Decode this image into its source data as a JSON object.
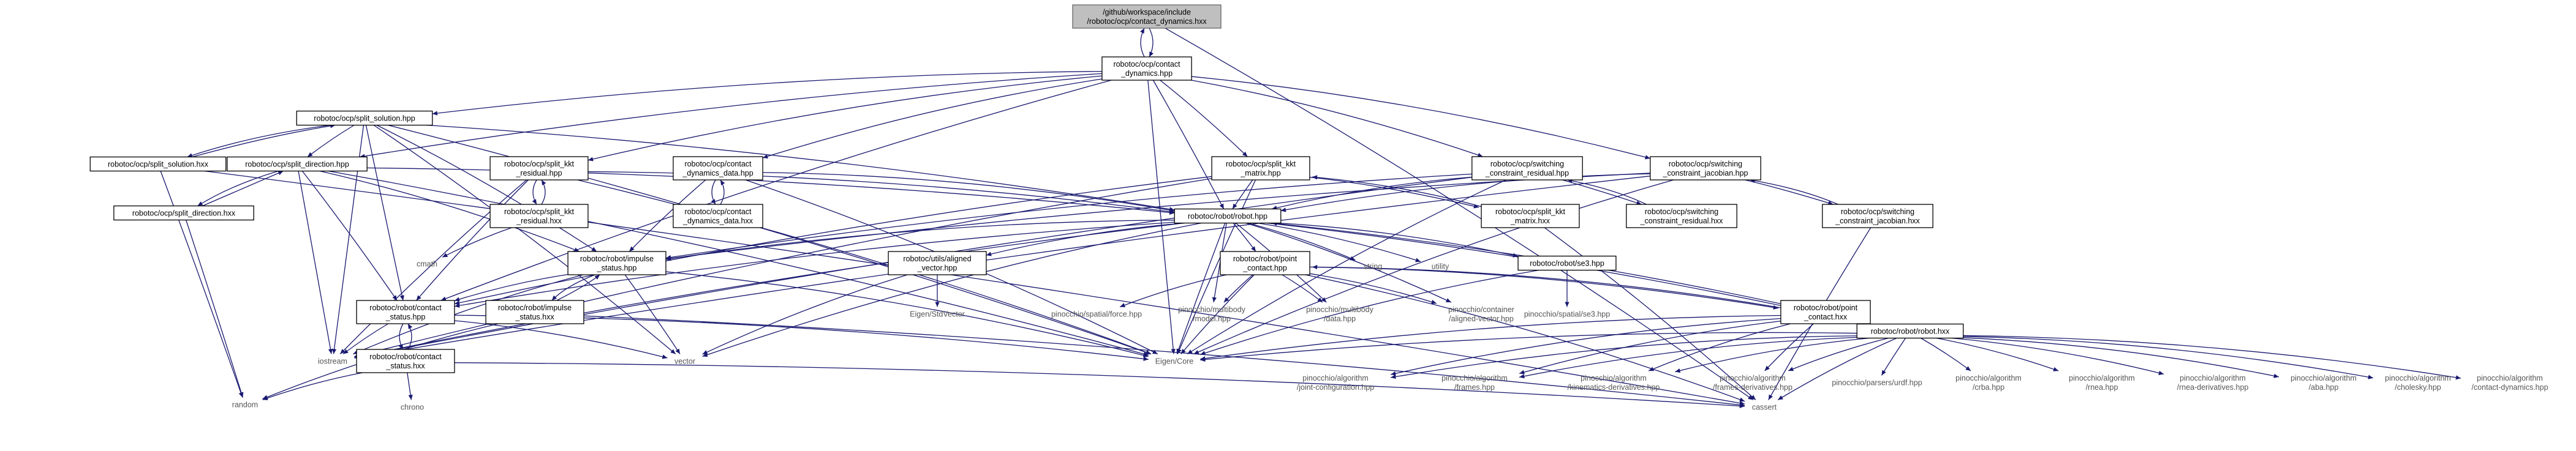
{
  "diagram": {
    "nodes": [
      {
        "id": "root",
        "lines": [
          "/github/workspace/include",
          "/robotoc/ocp/contact_dynamics.hxx"
        ],
        "kind": "root"
      },
      {
        "id": "cdhpp",
        "lines": [
          "robotoc/ocp/contact",
          "_dynamics.hpp"
        ],
        "kind": "file"
      },
      {
        "id": "ssol",
        "lines": [
          "robotoc/ocp/split_solution.hpp"
        ],
        "kind": "file"
      },
      {
        "id": "ssolhxx",
        "lines": [
          "robotoc/ocp/split_solution.hxx"
        ],
        "kind": "file"
      },
      {
        "id": "sdir",
        "lines": [
          "robotoc/ocp/split_direction.hpp"
        ],
        "kind": "file"
      },
      {
        "id": "sdirhxx",
        "lines": [
          "robotoc/ocp/split_direction.hxx"
        ],
        "kind": "file"
      },
      {
        "id": "skres",
        "lines": [
          "robotoc/ocp/split_kkt",
          "_residual.hpp"
        ],
        "kind": "file"
      },
      {
        "id": "skreshxx",
        "lines": [
          "robotoc/ocp/split_kkt",
          "_residual.hxx"
        ],
        "kind": "file"
      },
      {
        "id": "cdd",
        "lines": [
          "robotoc/ocp/contact",
          "_dynamics_data.hpp"
        ],
        "kind": "file"
      },
      {
        "id": "cddhxx",
        "lines": [
          "robotoc/ocp/contact",
          "_dynamics_data.hxx"
        ],
        "kind": "file"
      },
      {
        "id": "skmat",
        "lines": [
          "robotoc/ocp/split_kkt",
          "_matrix.hpp"
        ],
        "kind": "file"
      },
      {
        "id": "skmathxx",
        "lines": [
          "robotoc/ocp/split_kkt",
          "_matrix.hxx"
        ],
        "kind": "file"
      },
      {
        "id": "scres",
        "lines": [
          "robotoc/ocp/switching",
          "_constraint_residual.hpp"
        ],
        "kind": "file"
      },
      {
        "id": "screshxx",
        "lines": [
          "robotoc/ocp/switching",
          "_constraint_residual.hxx"
        ],
        "kind": "file"
      },
      {
        "id": "scjac",
        "lines": [
          "robotoc/ocp/switching",
          "_constraint_jacobian.hpp"
        ],
        "kind": "file"
      },
      {
        "id": "scjachxx",
        "lines": [
          "robotoc/ocp/switching",
          "_constraint_jacobian.hxx"
        ],
        "kind": "file"
      },
      {
        "id": "robot",
        "lines": [
          "robotoc/robot/robot.hpp"
        ],
        "kind": "file"
      },
      {
        "id": "robothxx",
        "lines": [
          "robotoc/robot/robot.hxx"
        ],
        "kind": "file"
      },
      {
        "id": "impst",
        "lines": [
          "robotoc/robot/impulse",
          "_status.hpp"
        ],
        "kind": "file"
      },
      {
        "id": "impsthxx",
        "lines": [
          "robotoc/robot/impulse",
          "_status.hxx"
        ],
        "kind": "file"
      },
      {
        "id": "cst",
        "lines": [
          "robotoc/robot/contact",
          "_status.hpp"
        ],
        "kind": "file"
      },
      {
        "id": "csthxx",
        "lines": [
          "robotoc/robot/contact",
          "_status.hxx"
        ],
        "kind": "file"
      },
      {
        "id": "avec",
        "lines": [
          "robotoc/utils/aligned",
          "_vector.hpp"
        ],
        "kind": "file"
      },
      {
        "id": "pc",
        "lines": [
          "robotoc/robot/point",
          "_contact.hpp"
        ],
        "kind": "file"
      },
      {
        "id": "pchxx",
        "lines": [
          "robotoc/robot/point",
          "_contact.hxx"
        ],
        "kind": "file"
      },
      {
        "id": "se3",
        "lines": [
          "robotoc/robot/se3.hpp"
        ],
        "kind": "file"
      },
      {
        "id": "cmath",
        "lines": [
          "cmath"
        ],
        "kind": "ext"
      },
      {
        "id": "iostream",
        "lines": [
          "iostream"
        ],
        "kind": "ext"
      },
      {
        "id": "random",
        "lines": [
          "random"
        ],
        "kind": "ext"
      },
      {
        "id": "chrono",
        "lines": [
          "chrono"
        ],
        "kind": "ext"
      },
      {
        "id": "vector",
        "lines": [
          "vector"
        ],
        "kind": "ext"
      },
      {
        "id": "eigen",
        "lines": [
          "Eigen/Core"
        ],
        "kind": "ext"
      },
      {
        "id": "cassert",
        "lines": [
          "cassert"
        ],
        "kind": "ext"
      },
      {
        "id": "string",
        "lines": [
          "string"
        ],
        "kind": "ext"
      },
      {
        "id": "utility",
        "lines": [
          "utility"
        ],
        "kind": "ext"
      },
      {
        "id": "stdvec",
        "lines": [
          "Eigen/StdVector"
        ],
        "kind": "ext"
      },
      {
        "id": "spforce",
        "lines": [
          "pinocchio/spatial/force.hpp"
        ],
        "kind": "ext"
      },
      {
        "id": "mbmodel",
        "lines": [
          "pinocchio/multibody",
          "/model.hpp"
        ],
        "kind": "ext"
      },
      {
        "id": "mbdata",
        "lines": [
          "pinocchio/multibody",
          "/data.hpp"
        ],
        "kind": "ext"
      },
      {
        "id": "contavec",
        "lines": [
          "pinocchio/container",
          "/aligned-vector.hpp"
        ],
        "kind": "ext"
      },
      {
        "id": "spse3",
        "lines": [
          "pinocchio/spatial/se3.hpp"
        ],
        "kind": "ext"
      },
      {
        "id": "jointcfg",
        "lines": [
          "pinocchio/algorithm",
          "/joint-configuration.hpp"
        ],
        "kind": "ext"
      },
      {
        "id": "frames",
        "lines": [
          "pinocchio/algorithm",
          "/frames.hpp"
        ],
        "kind": "ext"
      },
      {
        "id": "kinderiv",
        "lines": [
          "pinocchio/algorithm",
          "/kinematics-derivatives.hpp"
        ],
        "kind": "ext"
      },
      {
        "id": "framederiv",
        "lines": [
          "pinocchio/algorithm",
          "/frames-derivatives.hpp"
        ],
        "kind": "ext"
      },
      {
        "id": "urdf",
        "lines": [
          "pinocchio/parsers/urdf.hpp"
        ],
        "kind": "ext"
      },
      {
        "id": "crba",
        "lines": [
          "pinocchio/algorithm",
          "/crba.hpp"
        ],
        "kind": "ext"
      },
      {
        "id": "rnea",
        "lines": [
          "pinocchio/algorithm",
          "/rnea.hpp"
        ],
        "kind": "ext"
      },
      {
        "id": "rneaderiv",
        "lines": [
          "pinocchio/algorithm",
          "/rnea-derivatives.hpp"
        ],
        "kind": "ext"
      },
      {
        "id": "aba",
        "lines": [
          "pinocchio/algorithm",
          "/aba.hpp"
        ],
        "kind": "ext"
      },
      {
        "id": "cholesky",
        "lines": [
          "pinocchio/algorithm",
          "/cholesky.hpp"
        ],
        "kind": "ext"
      },
      {
        "id": "cdyn",
        "lines": [
          "pinocchio/algorithm",
          "/contact-dynamics.hpp"
        ],
        "kind": "ext"
      }
    ],
    "edges": [
      [
        "root",
        "cdhpp"
      ],
      [
        "cdhpp",
        "root"
      ],
      [
        "root",
        "cassert"
      ],
      [
        "cdhpp",
        "ssol"
      ],
      [
        "cdhpp",
        "sdir"
      ],
      [
        "cdhpp",
        "skres"
      ],
      [
        "cdhpp",
        "cdd"
      ],
      [
        "cdhpp",
        "skmat"
      ],
      [
        "cdhpp",
        "scres"
      ],
      [
        "cdhpp",
        "scjac"
      ],
      [
        "cdhpp",
        "robot"
      ],
      [
        "cdhpp",
        "cst"
      ],
      [
        "cdhpp",
        "eigen"
      ],
      [
        "ssol",
        "ssolhxx"
      ],
      [
        "ssolhxx",
        "ssol"
      ],
      [
        "ssol",
        "sdir"
      ],
      [
        "ssol",
        "robot"
      ],
      [
        "ssol",
        "impst"
      ],
      [
        "ssol",
        "cst"
      ],
      [
        "ssol",
        "vector"
      ],
      [
        "ssol",
        "iostream"
      ],
      [
        "ssol",
        "eigen"
      ],
      [
        "ssolhxx",
        "random"
      ],
      [
        "ssolhxx",
        "cassert"
      ],
      [
        "sdir",
        "sdirhxx"
      ],
      [
        "sdirhxx",
        "sdir"
      ],
      [
        "sdir",
        "robot"
      ],
      [
        "sdir",
        "impst"
      ],
      [
        "sdir",
        "cst"
      ],
      [
        "sdir",
        "iostream"
      ],
      [
        "sdir",
        "eigen"
      ],
      [
        "sdirhxx",
        "random"
      ],
      [
        "skres",
        "skreshxx"
      ],
      [
        "skreshxx",
        "skres"
      ],
      [
        "skres",
        "robot"
      ],
      [
        "skres",
        "cst"
      ],
      [
        "skres",
        "iostream"
      ],
      [
        "skres",
        "eigen"
      ],
      [
        "skreshxx",
        "cmath"
      ],
      [
        "cdd",
        "cddhxx"
      ],
      [
        "cddhxx",
        "cdd"
      ],
      [
        "cdd",
        "robot"
      ],
      [
        "cdd",
        "impst"
      ],
      [
        "cdd",
        "eigen"
      ],
      [
        "skmat",
        "skmathxx"
      ],
      [
        "skmathxx",
        "skmat"
      ],
      [
        "skmat",
        "robot"
      ],
      [
        "skmat",
        "cst"
      ],
      [
        "skmat",
        "iostream"
      ],
      [
        "skmat",
        "eigen"
      ],
      [
        "skmathxx",
        "cassert"
      ],
      [
        "scres",
        "screshxx"
      ],
      [
        "screshxx",
        "scres"
      ],
      [
        "scres",
        "robot"
      ],
      [
        "scres",
        "impst"
      ],
      [
        "scres",
        "iostream"
      ],
      [
        "scres",
        "eigen"
      ],
      [
        "scjac",
        "scjachxx"
      ],
      [
        "scjachxx",
        "scjac"
      ],
      [
        "scjac",
        "robot"
      ],
      [
        "scjac",
        "impst"
      ],
      [
        "scjac",
        "iostream"
      ],
      [
        "scjac",
        "eigen"
      ],
      [
        "scjachxx",
        "cassert"
      ],
      [
        "robot",
        "robothxx"
      ],
      [
        "robothxx",
        "robot"
      ],
      [
        "robot",
        "avec"
      ],
      [
        "robot",
        "pc"
      ],
      [
        "robot",
        "se3"
      ],
      [
        "robot",
        "impst"
      ],
      [
        "robot",
        "cst"
      ],
      [
        "robot",
        "string"
      ],
      [
        "robot",
        "utility"
      ],
      [
        "robot",
        "vector"
      ],
      [
        "robot",
        "iostream"
      ],
      [
        "robot",
        "eigen"
      ],
      [
        "robot",
        "mbmodel"
      ],
      [
        "robot",
        "mbdata"
      ],
      [
        "robot",
        "contavec"
      ],
      [
        "impst",
        "impsthxx"
      ],
      [
        "impsthxx",
        "impst"
      ],
      [
        "impst",
        "cst"
      ],
      [
        "impst",
        "vector"
      ],
      [
        "impst",
        "iostream"
      ],
      [
        "impst",
        "eigen"
      ],
      [
        "impsthxx",
        "random"
      ],
      [
        "impsthxx",
        "cassert"
      ],
      [
        "cst",
        "csthxx"
      ],
      [
        "csthxx",
        "cst"
      ],
      [
        "cst",
        "vector"
      ],
      [
        "cst",
        "iostream"
      ],
      [
        "cst",
        "eigen"
      ],
      [
        "csthxx",
        "random"
      ],
      [
        "csthxx",
        "chrono"
      ],
      [
        "csthxx",
        "cassert"
      ],
      [
        "avec",
        "stdvec"
      ],
      [
        "avec",
        "vector"
      ],
      [
        "pc",
        "pchxx"
      ],
      [
        "pchxx",
        "pc"
      ],
      [
        "pc",
        "spforce"
      ],
      [
        "pc",
        "mbmodel"
      ],
      [
        "pc",
        "mbdata"
      ],
      [
        "pc",
        "contavec"
      ],
      [
        "pc",
        "eigen"
      ],
      [
        "pc",
        "cassert"
      ],
      [
        "pchxx",
        "eigen"
      ],
      [
        "pchxx",
        "jointcfg"
      ],
      [
        "pchxx",
        "frames"
      ],
      [
        "pchxx",
        "kinderiv"
      ],
      [
        "pchxx",
        "framederiv"
      ],
      [
        "se3",
        "spse3"
      ],
      [
        "se3",
        "eigen"
      ],
      [
        "robothxx",
        "eigen"
      ],
      [
        "robothxx",
        "cassert"
      ],
      [
        "robothxx",
        "jointcfg"
      ],
      [
        "robothxx",
        "frames"
      ],
      [
        "robothxx",
        "kinderiv"
      ],
      [
        "robothxx",
        "framederiv"
      ],
      [
        "robothxx",
        "urdf"
      ],
      [
        "robothxx",
        "crba"
      ],
      [
        "robothxx",
        "rnea"
      ],
      [
        "robothxx",
        "rneaderiv"
      ],
      [
        "robothxx",
        "aba"
      ],
      [
        "robothxx",
        "cholesky"
      ],
      [
        "robothxx",
        "cdyn"
      ]
    ]
  }
}
